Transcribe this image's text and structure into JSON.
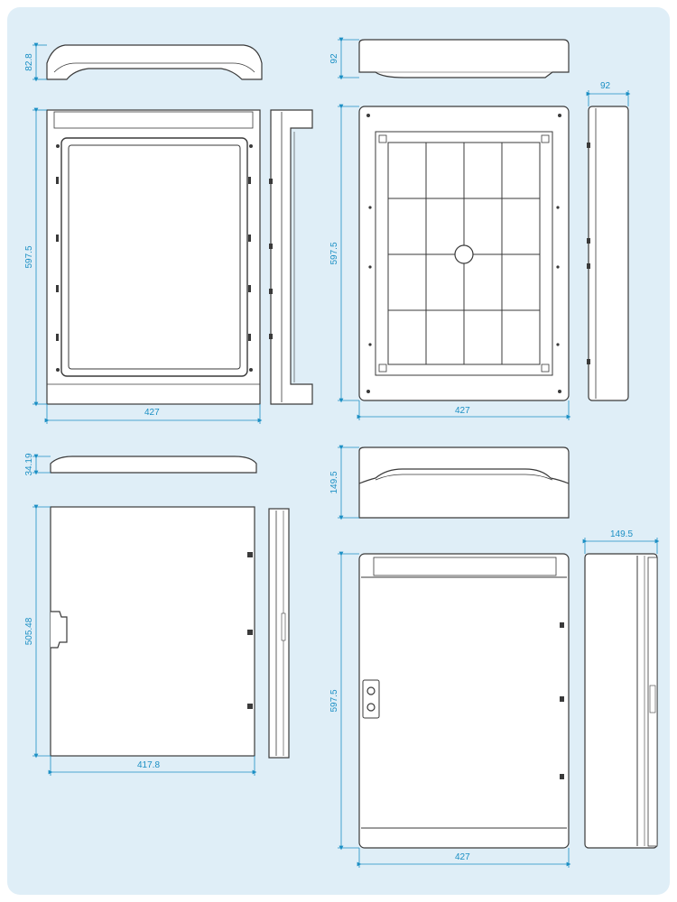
{
  "colors": {
    "background": "#dfeef7",
    "panel": "#ffffff",
    "outline": "#3a3a3a",
    "dimension": "#1b8fc4"
  },
  "dimensions": {
    "frame_top_height": "82.8",
    "frame_front_height": "597.5",
    "frame_front_width": "427",
    "box_top_height": "92",
    "box_side_depth": "92",
    "box_front_height": "597.5",
    "box_front_width": "427",
    "door_top_height": "34.19",
    "door_front_height": "505.48",
    "door_front_width": "417.8",
    "assembly_top_height": "149.5",
    "assembly_side_depth": "149.5",
    "assembly_front_height": "597.5",
    "assembly_front_width": "427"
  }
}
